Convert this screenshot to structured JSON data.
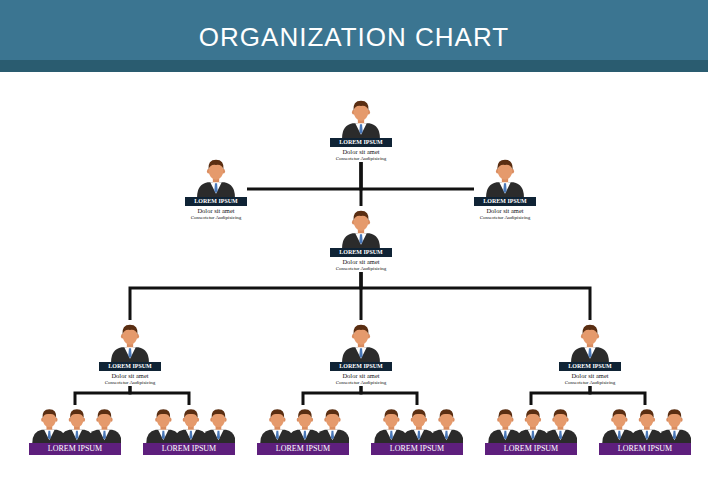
{
  "diagram": {
    "title": "ORGANIZATION CHART",
    "nodes": [
      {
        "text": [
          "LOREM IPSUM",
          "Dolor sit amet",
          "Consectetur Audipisicing"
        ]
      },
      {
        "text": [
          "LOREM IPSUM",
          "Dolor sit amet",
          "Consectetur Audipisicing"
        ]
      },
      {
        "text": [
          "LOREM IPSUM",
          "Dolor sit amet",
          "Consectetur Audipisicing"
        ]
      },
      {
        "text": [
          "LOREM IPSUM",
          "Dolor sit amet",
          "Consectetur Audipisicing"
        ]
      },
      {
        "text": [
          "LOREM IPSUM",
          "Dolor sit amet",
          "Consectetur Audipisicing"
        ]
      },
      {
        "text": [
          "LOREM IPSUM",
          "Dolor sit amet",
          "Consectetur Audipisicing"
        ]
      },
      {
        "text": [
          "LOREM IPSUM",
          "Dolor sit amet",
          "Consectetur Audipisicing"
        ]
      },
      {
        "text": [
          "LOREM IPSUM"
        ]
      },
      {
        "text": [
          "LOREM IPSUM"
        ]
      },
      {
        "text": [
          "LOREM IPSUM"
        ]
      },
      {
        "text": [
          "LOREM IPSUM"
        ]
      },
      {
        "text": [
          "LOREM IPSUM"
        ]
      },
      {
        "text": [
          "LOREM IPSUM"
        ]
      }
    ],
    "edges": [
      {
        "from": 0,
        "to": 1,
        "arrow": "none"
      },
      {
        "from": 0,
        "to": 2,
        "arrow": "none"
      },
      {
        "from": 0,
        "to": 3,
        "arrow": "none"
      },
      {
        "from": 3,
        "to": 4,
        "arrow": "none"
      },
      {
        "from": 3,
        "to": 5,
        "arrow": "none"
      },
      {
        "from": 3,
        "to": 6,
        "arrow": "none"
      },
      {
        "from": 4,
        "to": 7,
        "arrow": "none"
      },
      {
        "from": 4,
        "to": 8,
        "arrow": "none"
      },
      {
        "from": 5,
        "to": 9,
        "arrow": "none"
      },
      {
        "from": 5,
        "to": 10,
        "arrow": "none"
      },
      {
        "from": 6,
        "to": 11,
        "arrow": "none"
      },
      {
        "from": 6,
        "to": 12,
        "arrow": "none"
      }
    ]
  }
}
